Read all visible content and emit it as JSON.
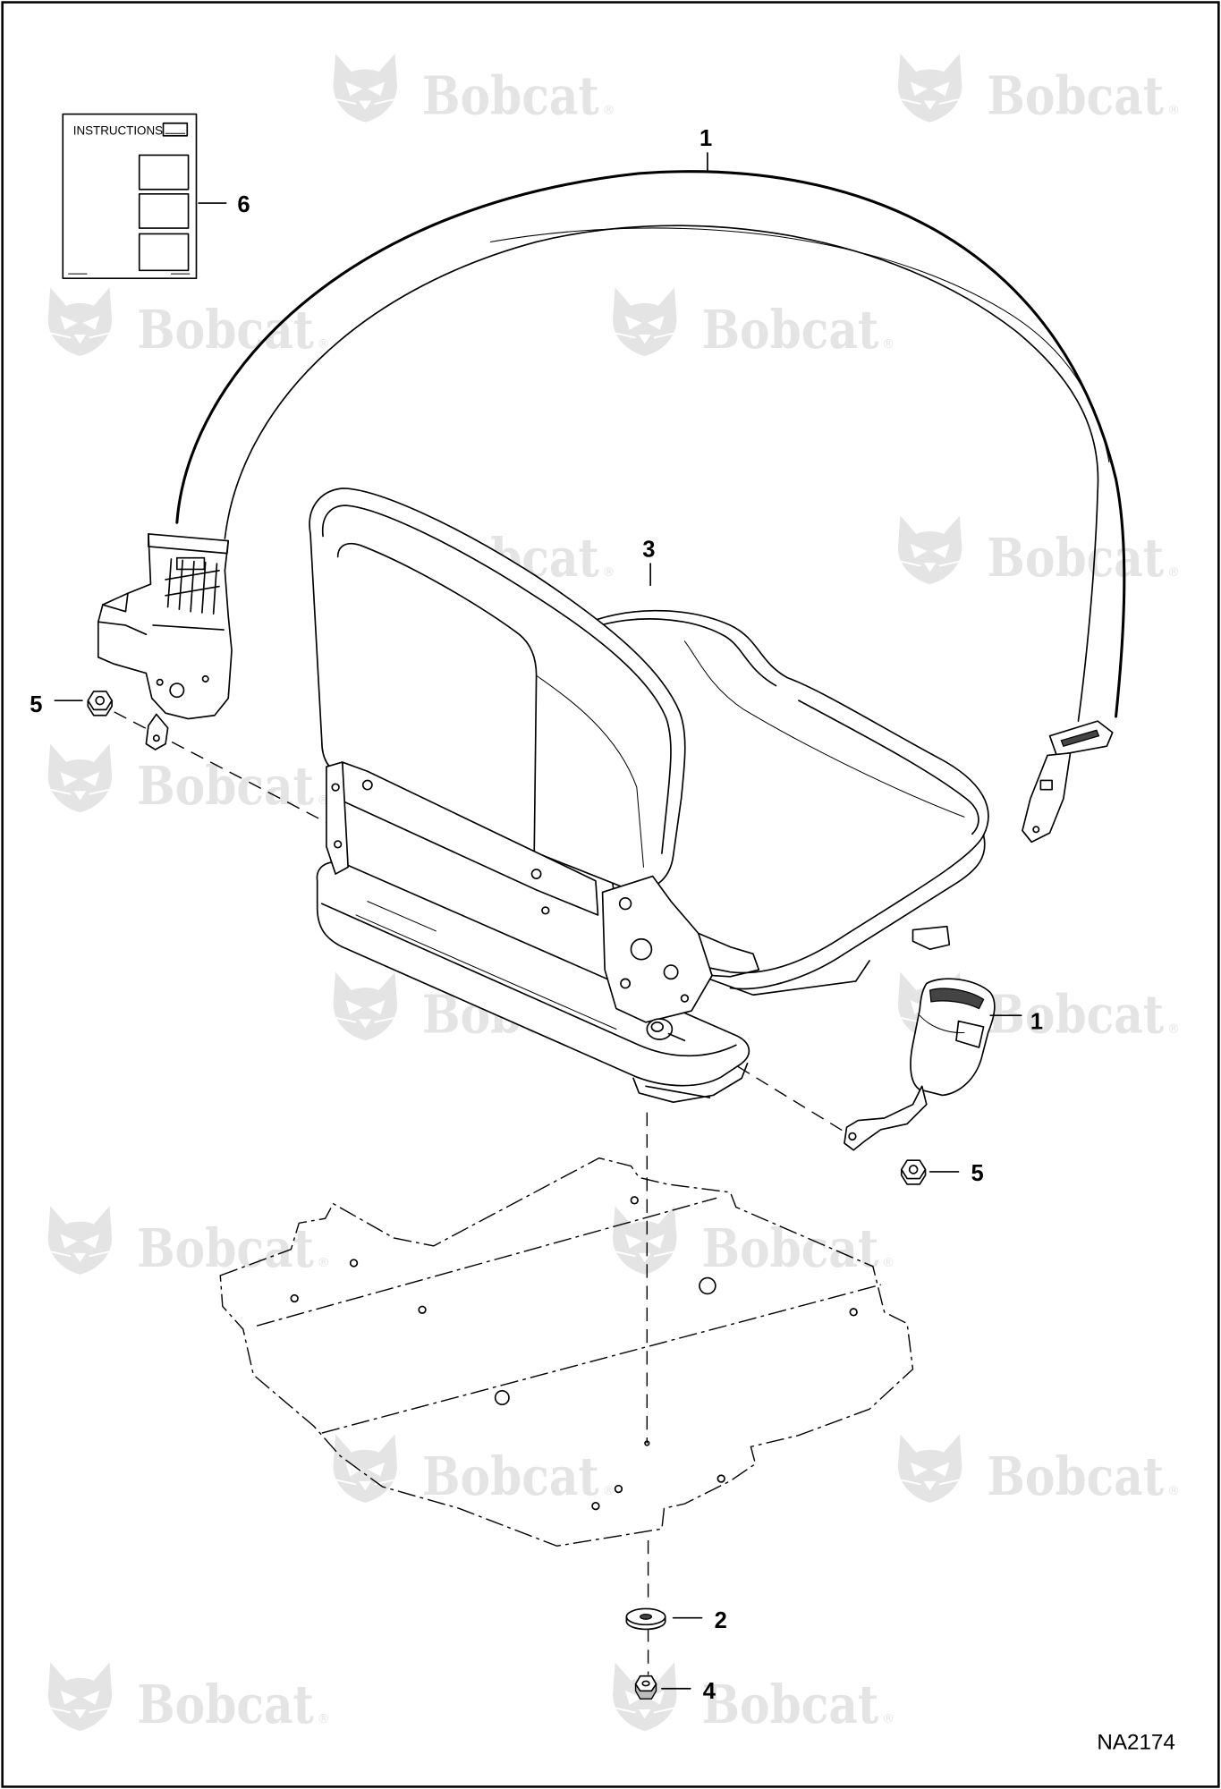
{
  "diagram_id": "NA2174",
  "instructions_sheet": {
    "title": "INSTRUCTIONS"
  },
  "callouts": {
    "belt_top": "1",
    "instructions": "6",
    "seat": "3",
    "nut_left": "5",
    "buckle": "1",
    "nut_right": "5",
    "washer": "2",
    "nut_bottom": "4"
  },
  "watermark": {
    "text": "Bobcat",
    "mark": "®"
  },
  "colors": {
    "line": "#000000",
    "watermark": "#e4e4e4",
    "background": "#ffffff"
  }
}
